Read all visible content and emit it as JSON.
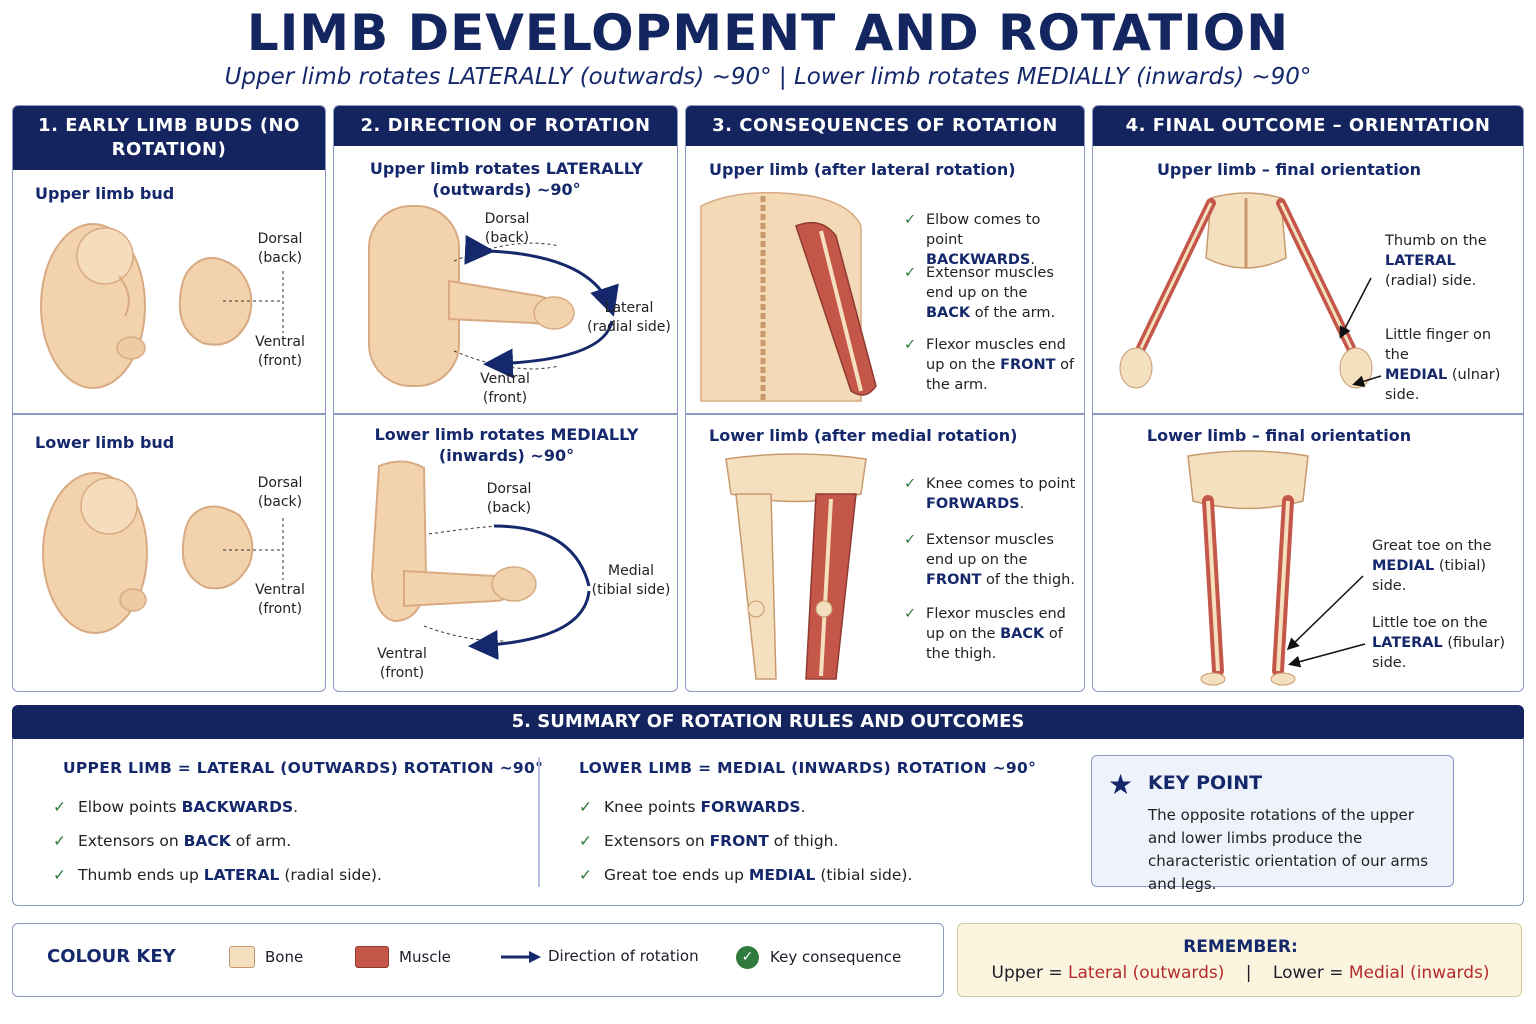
{
  "header": {
    "title": "LIMB DEVELOPMENT AND ROTATION",
    "subtitle": "Upper limb rotates LATERALLY (outwards) ~90°   |   Lower limb rotates MEDIALLY (inwards) ~90°"
  },
  "panel1": {
    "title": "1. EARLY LIMB BUDS (NO ROTATION)",
    "upper_label": "Upper limb bud",
    "lower_label": "Lower limb bud",
    "dorsal": "Dorsal",
    "dorsal_sub": "(back)",
    "ventral": "Ventral",
    "ventral_sub": "(front)"
  },
  "panel2": {
    "title": "2. DIRECTION OF ROTATION",
    "upper_title_1": "Upper limb rotates LATERALLY",
    "upper_title_2": "(outwards) ~90°",
    "lower_title_1": "Lower limb rotates MEDIALLY",
    "lower_title_2": "(inwards) ~90°",
    "dorsal": "Dorsal",
    "dorsal_sub": "(back)",
    "ventral": "Ventral",
    "ventral_sub": "(front)",
    "lateral": "Lateral",
    "lateral_sub": "(radial side)",
    "medial": "Medial",
    "medial_sub": "(tibial side)"
  },
  "panel3": {
    "title": "3. CONSEQUENCES OF ROTATION",
    "upper_sub": "Upper limb (after lateral rotation)",
    "lower_sub": "Lower limb (after medial rotation)",
    "upper_items": [
      {
        "pre": "Elbow comes to point ",
        "bold": "BACKWARDS",
        "post": "."
      },
      {
        "pre": "Extensor muscles end up on the ",
        "bold": "BACK",
        "post": " of the arm."
      },
      {
        "pre": "Flexor muscles end up on the ",
        "bold": "FRONT",
        "post": " of the arm."
      }
    ],
    "lower_items": [
      {
        "pre": "Knee comes to point ",
        "bold": "FORWARDS",
        "post": "."
      },
      {
        "pre": "Extensor muscles end up on the ",
        "bold": "FRONT",
        "post": " of the thigh."
      },
      {
        "pre": "Flexor muscles end up on the ",
        "bold": "BACK",
        "post": " of the thigh."
      }
    ]
  },
  "panel4": {
    "title": "4. FINAL OUTCOME – ORIENTATION",
    "upper_sub": "Upper limb – final orientation",
    "lower_sub": "Lower limb – final orientation",
    "thumb_pre": "Thumb on the",
    "thumb_bold": "LATERAL",
    "thumb_post": "(radial) side.",
    "little_pre": "Little finger on the",
    "little_bold": "MEDIAL",
    "little_post": "(ulnar) side.",
    "great_pre": "Great toe on the",
    "great_bold": "MEDIAL",
    "great_post": "(tibial) side.",
    "ltoe_pre": "Little toe on the",
    "ltoe_bold": "LATERAL",
    "ltoe_post": "(fibular) side."
  },
  "summary": {
    "title": "5. SUMMARY OF ROTATION RULES AND OUTCOMES",
    "upper_head": "UPPER LIMB = LATERAL (OUTWARDS) ROTATION ~90°",
    "lower_head": "LOWER LIMB = MEDIAL (INWARDS) ROTATION ~90°",
    "upper_items": [
      {
        "pre": "Elbow points ",
        "bold": "BACKWARDS",
        "post": "."
      },
      {
        "pre": "Extensors on ",
        "bold": "BACK",
        "post": " of arm."
      },
      {
        "pre": "Thumb ends up ",
        "bold": "LATERAL",
        "post": " (radial side)."
      }
    ],
    "lower_items": [
      {
        "pre": "Knee points ",
        "bold": "FORWARDS",
        "post": "."
      },
      {
        "pre": "Extensors on ",
        "bold": "FRONT",
        "post": " of thigh."
      },
      {
        "pre": "Great toe ends up ",
        "bold": "MEDIAL",
        "post": " (tibial side)."
      }
    ],
    "key_title": "KEY POINT",
    "key_text": "The opposite rotations of the upper and lower limbs produce the characteristic orientation of our arms and legs."
  },
  "legend": {
    "title": "COLOUR KEY",
    "bone": "Bone",
    "muscle": "Muscle",
    "rotation": "Direction of rotation",
    "consequence": "Key consequence"
  },
  "remember": {
    "title": "REMEMBER:",
    "upper": "Upper = ",
    "upper_val": "Lateral (outwards)",
    "sep": "|",
    "lower": "Lower = ",
    "lower_val": "Medial (inwards)"
  },
  "colors": {
    "navy": "#13245e",
    "skin": "#f2d3ae",
    "bone": "#f4dfbf",
    "muscle": "#c4574a",
    "check": "#2f7a3c",
    "accent_red": "#b52b2b"
  }
}
